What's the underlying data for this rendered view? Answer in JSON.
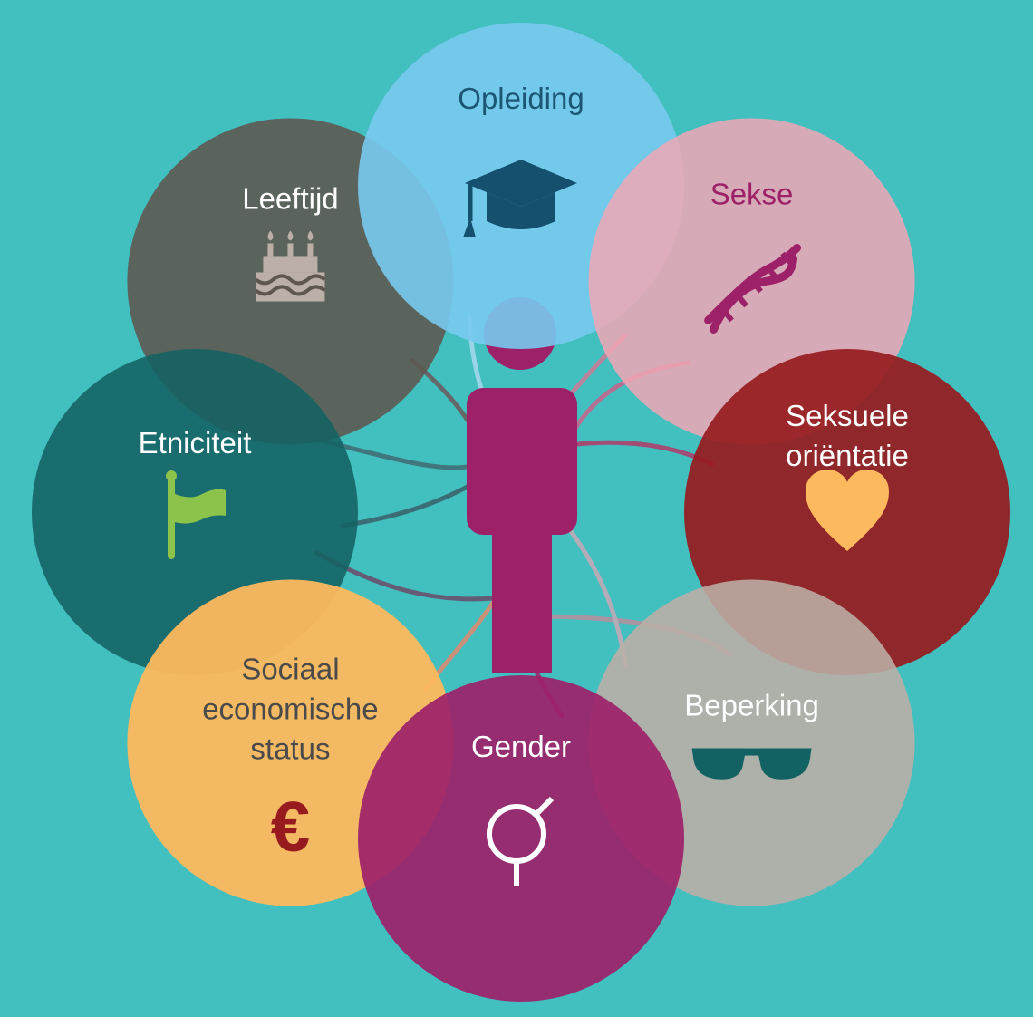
{
  "colors": {
    "background": "#42bfbf",
    "person": "#9d2169"
  },
  "circles": [
    {
      "id": "opleiding",
      "label_lines": [
        "Opleiding"
      ],
      "icon": "graduation-cap-icon",
      "fill": "#78caee",
      "text_color": "#1d5574",
      "icon_color": "#15506f"
    },
    {
      "id": "sekse",
      "label_lines": [
        "Sekse"
      ],
      "icon": "dna-icon",
      "fill": "#f0a7b5",
      "text_color": "#9d2169",
      "icon_color": "#9d2169"
    },
    {
      "id": "seksuele-orientatie",
      "label_lines": [
        "Seksuele",
        "oriëntatie"
      ],
      "icon": "heart-icon",
      "fill": "#971b1e",
      "text_color": "#ffffff",
      "icon_color": "#fdb95e"
    },
    {
      "id": "beperking",
      "label_lines": [
        "Beperking"
      ],
      "icon": "sunglasses-icon",
      "fill": "#bcafa7",
      "text_color": "#ffffff",
      "icon_color": "#136263"
    },
    {
      "id": "gender",
      "label_lines": [
        "Gender"
      ],
      "icon": "gender-symbol-icon",
      "fill": "#9d2169",
      "text_color": "#ffffff",
      "icon_color": "#ffffff"
    },
    {
      "id": "sociaal-economische-status",
      "label_lines": [
        "Sociaal",
        "economische",
        "status"
      ],
      "icon": "euro-icon",
      "fill": "#fdb95e",
      "text_color": "#4a4a4a",
      "icon_color": "#971b1e"
    },
    {
      "id": "etniciteit",
      "label_lines": [
        "Etniciteit"
      ],
      "icon": "flag-icon",
      "fill": "#136263",
      "text_color": "#ffffff",
      "icon_color": "#8cc34b"
    },
    {
      "id": "leeftijd",
      "label_lines": [
        "Leeftijd"
      ],
      "icon": "birthday-cake-icon",
      "fill": "#5f5650",
      "text_color": "#ffffff",
      "icon_color": "#bcafa7"
    }
  ]
}
